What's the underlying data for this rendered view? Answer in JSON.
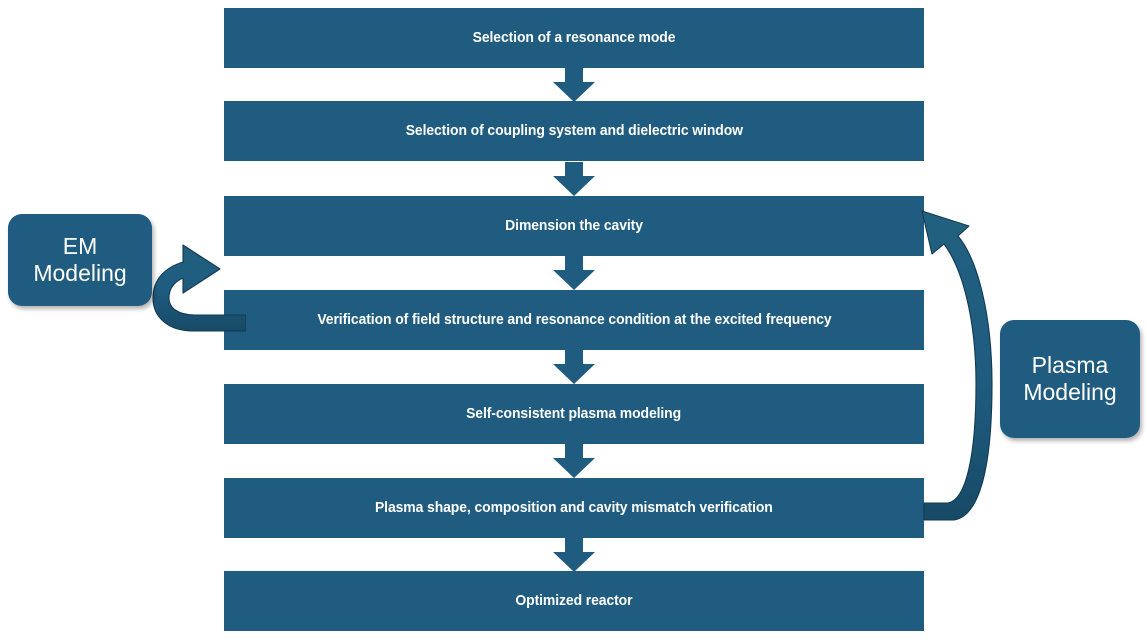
{
  "diagram": {
    "title": "Reactor design workflow flowchart",
    "colors": {
      "box_fill": "#1F5C80",
      "box_text": "#FFFFFF",
      "arrow_fill": "#1F5C80",
      "arrow_shade": "#174863",
      "background": "#FFFFFF"
    },
    "steps": [
      {
        "id": "step-1",
        "label": "Selection of a resonance mode"
      },
      {
        "id": "step-2",
        "label": "Selection of coupling system and dielectric window"
      },
      {
        "id": "step-3",
        "label": "Dimension the cavity"
      },
      {
        "id": "step-4",
        "label": "Verification of field structure and resonance condition at the excited frequency"
      },
      {
        "id": "step-5",
        "label": "Self-consistent plasma modeling"
      },
      {
        "id": "step-6",
        "label": "Plasma shape, composition and cavity mismatch verification"
      },
      {
        "id": "step-7",
        "label": "Optimized reactor"
      }
    ],
    "side_labels": [
      {
        "id": "em-modeling",
        "label": "EM\nModeling",
        "side": "left"
      },
      {
        "id": "plasma-modeling",
        "label": "Plasma\nModeling",
        "side": "right"
      }
    ],
    "connectors": {
      "down_arrow_icon": "arrow-down-icon",
      "feedback_left_icon": "curved-feedback-arrow-left-icon",
      "feedback_right_icon": "curved-feedback-arrow-right-icon"
    }
  }
}
